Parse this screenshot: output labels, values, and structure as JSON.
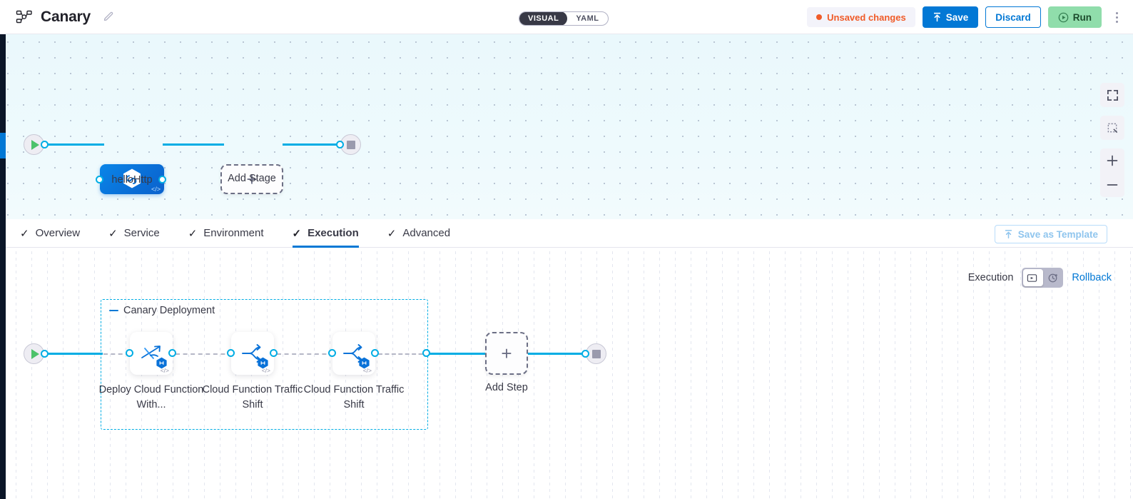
{
  "header": {
    "pipeline_icon": "pipeline-nodes-icon",
    "title": "Canary",
    "edit_icon": "pencil-edit-icon",
    "mode_toggle": {
      "options": [
        "VISUAL",
        "YAML"
      ],
      "selected": "VISUAL"
    },
    "unsaved_label": "Unsaved changes",
    "save_label": "Save",
    "discard_label": "Discard",
    "run_label": "Run",
    "more_icon": "kebab-menu-icon"
  },
  "stage_canvas": {
    "start_node": "start-node",
    "end_node": "end-node",
    "stage": {
      "label": "helloHttp",
      "icon": "harness-hexagon-icon",
      "code_badge": "</>"
    },
    "add_stage": {
      "label": "Add Stage",
      "plus": "+"
    },
    "controls": [
      {
        "name": "fit-to-screen",
        "icon": "expand-icon"
      },
      {
        "name": "zoom-to-selection",
        "icon": "selection-box-icon"
      },
      {
        "name": "zoom-in",
        "icon": "plus-icon"
      },
      {
        "name": "zoom-out",
        "icon": "minus-icon"
      }
    ]
  },
  "tabs": [
    {
      "label": "Overview",
      "checked": true,
      "active": false
    },
    {
      "label": "Service",
      "checked": true,
      "active": false
    },
    {
      "label": "Environment",
      "checked": true,
      "active": false
    },
    {
      "label": "Execution",
      "checked": true,
      "active": true
    },
    {
      "label": "Advanced",
      "checked": true,
      "active": false
    }
  ],
  "save_as_template": {
    "label": "Save as Template",
    "icon": "template-upload-icon"
  },
  "execution_bar": {
    "label": "Execution",
    "toggle": {
      "left_icon": "execution-steps-icon",
      "right_icon": "rollback-clock-icon",
      "selected": "left"
    },
    "rollback_label": "Rollback"
  },
  "execution_canvas": {
    "group": {
      "title": "Canary Deployment",
      "collapse_icon": "collapse-dash-icon",
      "steps": [
        {
          "label": "Deploy Cloud Function With...",
          "icon": "deploy-function-icon",
          "badge": "harness-hexagon-badge",
          "code_badge": "</>"
        },
        {
          "label": "Cloud Function Traffic Shift",
          "icon": "traffic-shift-icon",
          "badge": "harness-hexagon-badge",
          "code_badge": "</>"
        },
        {
          "label": "Cloud Function Traffic Shift",
          "icon": "traffic-shift-icon",
          "badge": "harness-hexagon-badge",
          "code_badge": "</>"
        }
      ]
    },
    "add_step": {
      "label": "Add Step",
      "plus": "+"
    },
    "start_node": "start-node",
    "end_node": "end-node"
  },
  "colors": {
    "primary_blue": "#0278d5",
    "link_cyan": "#00ade4",
    "unsaved_orange": "#f05b28",
    "run_green": "#90ddab",
    "dark": "#22222a"
  }
}
